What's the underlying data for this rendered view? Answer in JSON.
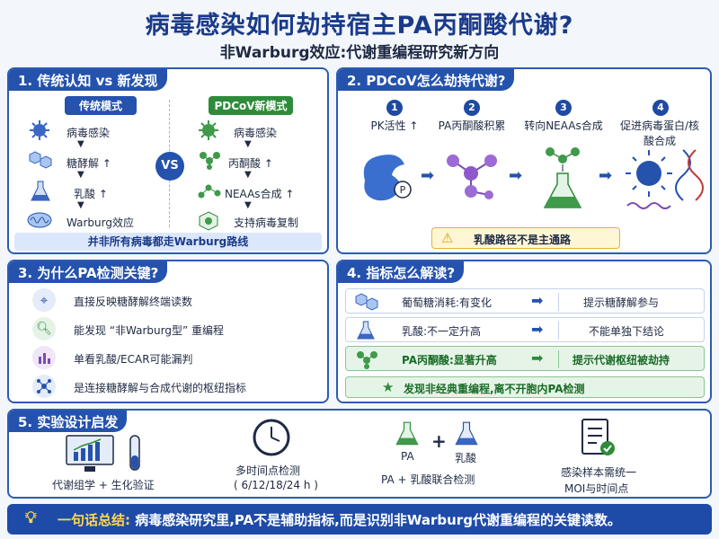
{
  "header": {
    "title": "病毒感染如何劫持宿主PA丙酮酸代谢?",
    "subtitle": "非Warburg效应:代谢重编程研究新方向"
  },
  "panel1": {
    "heading": "1. 传统认知 vs 新发现",
    "traditional_label": "传统模式",
    "traditional_items": [
      "病毒感染",
      "糖酵解 ↑",
      "乳酸 ↑",
      "Warburg效应"
    ],
    "vs": "VS",
    "new_label": "PDCoV新模式",
    "new_items": [
      "病毒感染",
      "丙酮酸 ↑",
      "NEAAs合成 ↑",
      "支持病毒复制"
    ],
    "footer": "并非所有病毒都走Warburg路线"
  },
  "panel2": {
    "heading": "2. PDCoV怎么劫持代谢?",
    "steps": [
      {
        "num": "1",
        "label": "PK活性 ↑"
      },
      {
        "num": "2",
        "label": "PA丙酮酸积累"
      },
      {
        "num": "3",
        "label": "转向NEAAs合成"
      },
      {
        "num": "4",
        "label": "促进病毒蛋白/核酸合成"
      }
    ],
    "p_mark": "P",
    "warning": "乳酸路径不是主通路"
  },
  "panel3": {
    "heading": "3. 为什么PA检测关键?",
    "items": [
      "直接反映糖酵解终端读数",
      "能发现 “非Warburg型” 重编程",
      "单看乳酸/ECAR可能漏判",
      "是连接糖酵解与合成代谢的枢纽指标"
    ]
  },
  "panel4": {
    "heading": "4. 指标怎么解读?",
    "rows": [
      {
        "left": "葡萄糖消耗:有变化",
        "right": "提示糖酵解参与"
      },
      {
        "left": "乳酸:不一定升高",
        "right": "不能单独下结论"
      },
      {
        "left": "PA丙酮酸:显著升高",
        "right": "提示代谢枢纽被劫持"
      }
    ],
    "conclusion": "发现非经典重编程,离不开胞内PA检测"
  },
  "panel5": {
    "heading": "5. 实验设计启发",
    "item1": "代谢组学 + 生化验证",
    "item2_line1": "多时间点检测",
    "item2_line2": "( 6/12/18/24 h )",
    "pa": "PA",
    "plus": "+",
    "lactate": "乳酸",
    "item3": "PA + 乳酸联合检测",
    "item4_line1": "感染样本需统一",
    "item4_line2": "MOI与时间点"
  },
  "summary": {
    "prefix": "一句话总结:",
    "text": "病毒感染研究里,PA不是辅助指标,而是识别非Warburg代谢重编程的关键读数。"
  },
  "colors": {
    "primary": "#2452ad",
    "green": "#2e8b3a",
    "traditional": "#2452ad",
    "warning_bg": "#fff6d6"
  }
}
